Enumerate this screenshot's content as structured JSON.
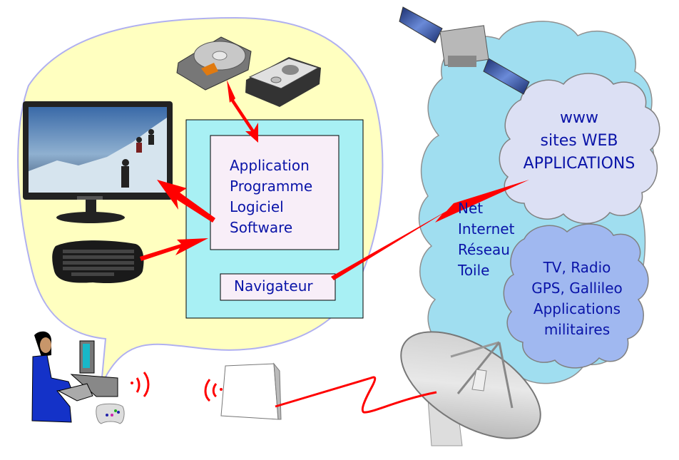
{
  "colors": {
    "bubble_fill": "#ffffc0",
    "bubble_stroke": "#b0b0f0",
    "computer_box_fill": "#a8f0f4",
    "app_box_fill": "#f8eef8",
    "internet_cloud_fill": "#a0def0",
    "web_cloud_fill": "#dce0f4",
    "broadcast_cloud_fill": "#a0b8f0",
    "arrow_red": "#ff0000",
    "text_blue": "#0a14a8"
  },
  "computer": {
    "app_box_lines": [
      "Application",
      "Programme",
      "Logiciel",
      "Software"
    ],
    "browser_label": "Navigateur"
  },
  "internet": {
    "labels": [
      "Net",
      "Internet",
      "Réseau",
      "Toile"
    ]
  },
  "web_cloud": {
    "lines": [
      "www",
      "sites WEB",
      "APPLICATIONS"
    ]
  },
  "broadcast_cloud": {
    "lines": [
      "TV, Radio",
      "GPS, Gallileo",
      "Applications",
      "militaires"
    ]
  },
  "icons": [
    "monitor-icon",
    "keyboard-icon",
    "hard-disk-icon",
    "hard-disk-icon",
    "satellite-icon",
    "satellite-dish-icon",
    "wifi-router-icon",
    "person-at-computer-icon",
    "gamepad-icon",
    "wireless-signal-icon"
  ]
}
